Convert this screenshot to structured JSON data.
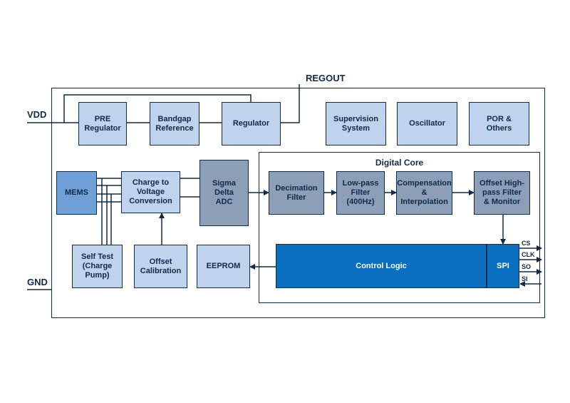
{
  "pins": {
    "vdd": "VDD",
    "gnd": "GND",
    "regout": "REGOUT"
  },
  "blocks": {
    "pre_regulator": "PRE\nRegulator",
    "bandgap_reference": "Bandgap\nReference",
    "regulator": "Regulator",
    "supervision_system": "Supervision\nSystem",
    "oscillator": "Oscillator",
    "por_others": "POR &\nOthers",
    "mems": "MEMS",
    "charge_to_voltage": "Charge to\nVoltage\nConversion",
    "sigma_delta_adc": "Sigma\nDelta\nADC",
    "self_test": "Self Test\n(Charge\nPump)",
    "offset_calibration": "Offset\nCalibration",
    "eeprom": "EEPROM",
    "decimation_filter": "Decimation\nFilter",
    "lowpass_filter": "Low-pass\nFilter\n(400Hz)",
    "compensation": "Compensation\n& Interpolation",
    "offset_highpass": "Offset High-\npass Filter\n& Monitor",
    "control_logic": "Control Logic",
    "spi": "SPI"
  },
  "digital_core": {
    "title": "Digital Core"
  },
  "spi_signals": [
    "CS",
    "CLK",
    "SO",
    "SI"
  ],
  "colors": {
    "light_block": "#bfd3ec",
    "gray_block": "#8c9fb6",
    "mems_block": "#6fa0d8",
    "control_block": "#0b6fc0",
    "line": "#0f2a4a"
  }
}
